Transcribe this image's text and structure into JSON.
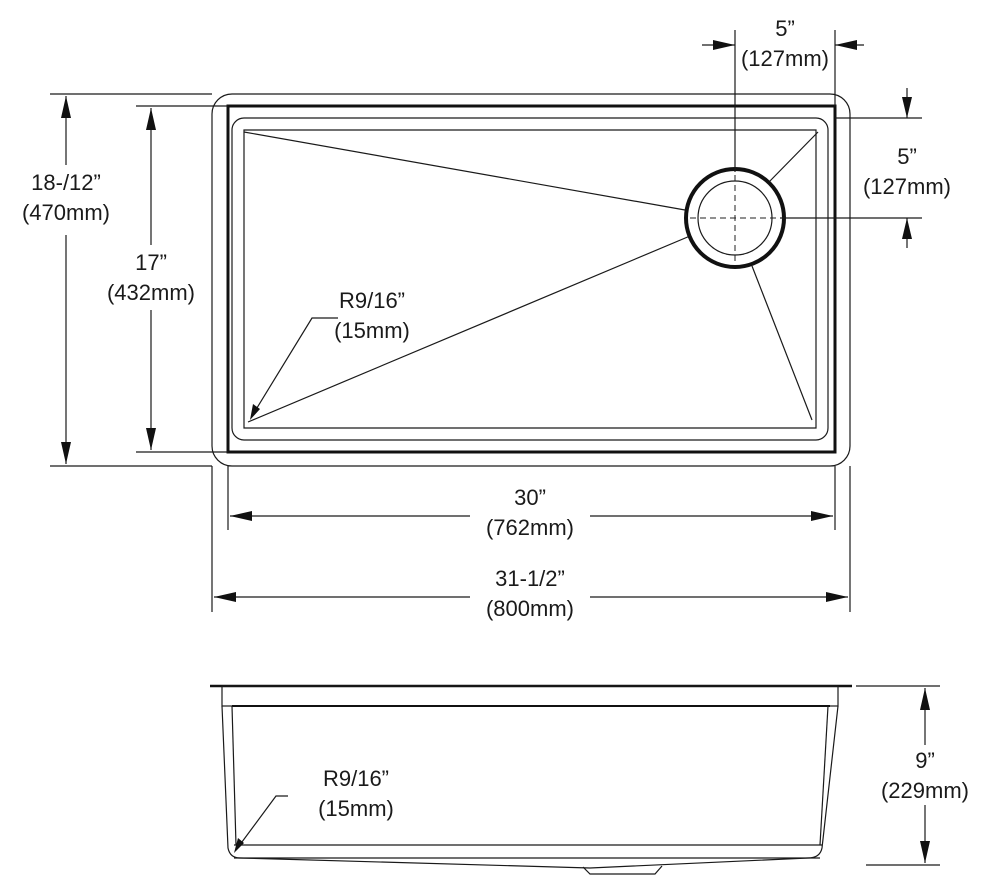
{
  "top_view": {
    "overall_depth": {
      "inch": "18-/12”",
      "mm": "(470mm)"
    },
    "inner_depth": {
      "inch": "17”",
      "mm": "(432mm)"
    },
    "corner_radius": {
      "inch": "R9/16”",
      "mm": "(15mm)"
    },
    "drain_from_side": {
      "inch": "5”",
      "mm": "(127mm)"
    },
    "drain_from_back": {
      "inch": "5”",
      "mm": "(127mm)"
    },
    "inner_width": {
      "inch": "30”",
      "mm": "(762mm)"
    },
    "overall_width": {
      "inch": "31-1/2”",
      "mm": "(800mm)"
    }
  },
  "side_view": {
    "corner_radius": {
      "inch": "R9/16”",
      "mm": "(15mm)"
    },
    "bowl_depth": {
      "inch": "9”",
      "mm": "(229mm)"
    }
  }
}
